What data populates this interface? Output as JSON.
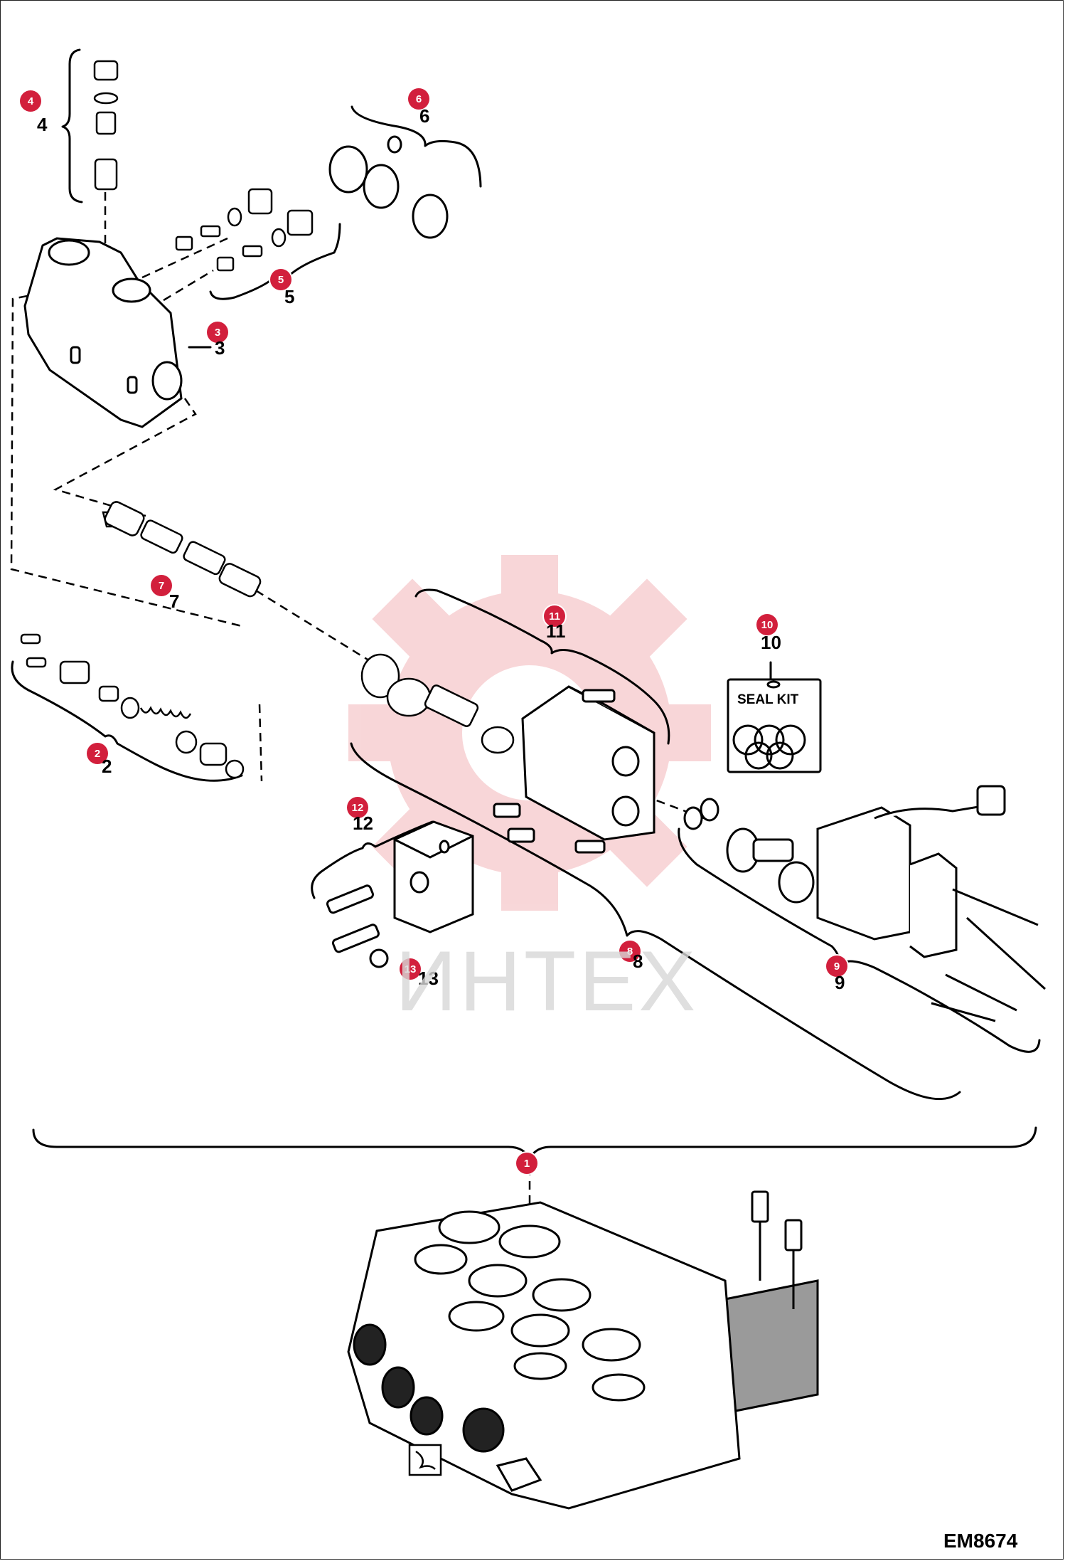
{
  "callouts": {
    "c1": "1",
    "c2": "2",
    "c3": "3",
    "c4": "4",
    "c5": "5",
    "c6": "6",
    "c7": "7",
    "c8": "8",
    "c9": "9",
    "c10": "10",
    "c11": "11",
    "c12": "12",
    "c13": "13"
  },
  "labels": {
    "n2": "2",
    "n3": "3",
    "n4": "4",
    "n5": "5",
    "n6": "6",
    "n7": "7",
    "n8": "8",
    "n9": "9",
    "n10": "10",
    "n11": "11",
    "n12": "12",
    "n13": "13"
  },
  "seal_kit": {
    "label": "SEAL KIT"
  },
  "watermark": "ИНТЕХ",
  "drawing_code": "EM8674",
  "colors": {
    "badge": "#d21f3c",
    "watermark": "#f6c9cc",
    "line": "#000000",
    "shade": "#9a9a9a"
  }
}
